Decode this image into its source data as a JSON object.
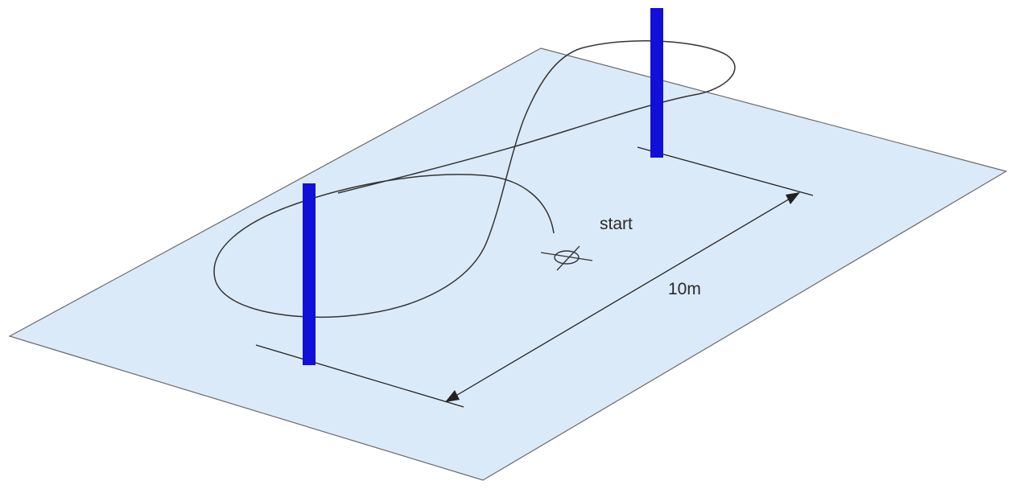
{
  "diagram": {
    "labels": {
      "start": "start",
      "distance": "10m"
    },
    "colors": {
      "ground": "#dbeaf8",
      "ground_outline": "#6a6a6a",
      "pole": "#1010d8",
      "path": "#333333",
      "dimension_line": "#222222"
    },
    "elements": {
      "poles": [
        "pole-left",
        "pole-right"
      ],
      "path": "figure-eight-path",
      "start_marker": "start-marker-crossed-circle",
      "dimension": "dimension-arrow-10m"
    }
  }
}
